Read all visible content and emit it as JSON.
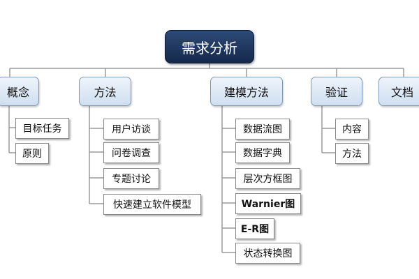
{
  "root": {
    "label": "需求分析"
  },
  "categories": [
    {
      "label": "概念",
      "children": [
        "目标任务",
        "原则"
      ]
    },
    {
      "label": "方法",
      "children": [
        "用户访谈",
        "问卷调查",
        "专题讨论",
        "快速建立软件模型"
      ]
    },
    {
      "label": "建模方法",
      "children": [
        "数据流图",
        "数据字典",
        "层次方框图",
        "Warnier图",
        "E-R图",
        "状态转换图"
      ]
    },
    {
      "label": "验证",
      "children": [
        "内容",
        "方法"
      ]
    },
    {
      "label": "文档",
      "children": []
    }
  ],
  "colors": {
    "root_fill": "#1e3760",
    "category_fill": "#dce8f5",
    "connector": "#9a9a9a"
  }
}
